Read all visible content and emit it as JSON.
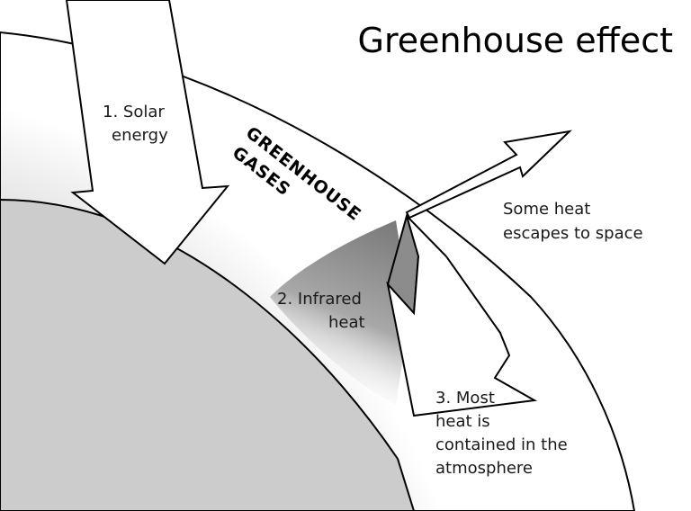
{
  "title": "Greenhouse effect",
  "gas_label": [
    "GREENHOUSE",
    "GASES"
  ],
  "steps": {
    "solar": [
      "1. Solar",
      "energy"
    ],
    "infrared": [
      "2. Infrared",
      "heat"
    ],
    "contained": [
      "3. Most",
      "heat is",
      "contained in the",
      "atmosphere"
    ]
  },
  "escape": [
    "Some heat",
    "escapes to space"
  ],
  "colors": {
    "outline": "#000000",
    "earth": "#cccccc",
    "atmosphere_glow": "#c4c4c4",
    "background": "#ffffff"
  }
}
